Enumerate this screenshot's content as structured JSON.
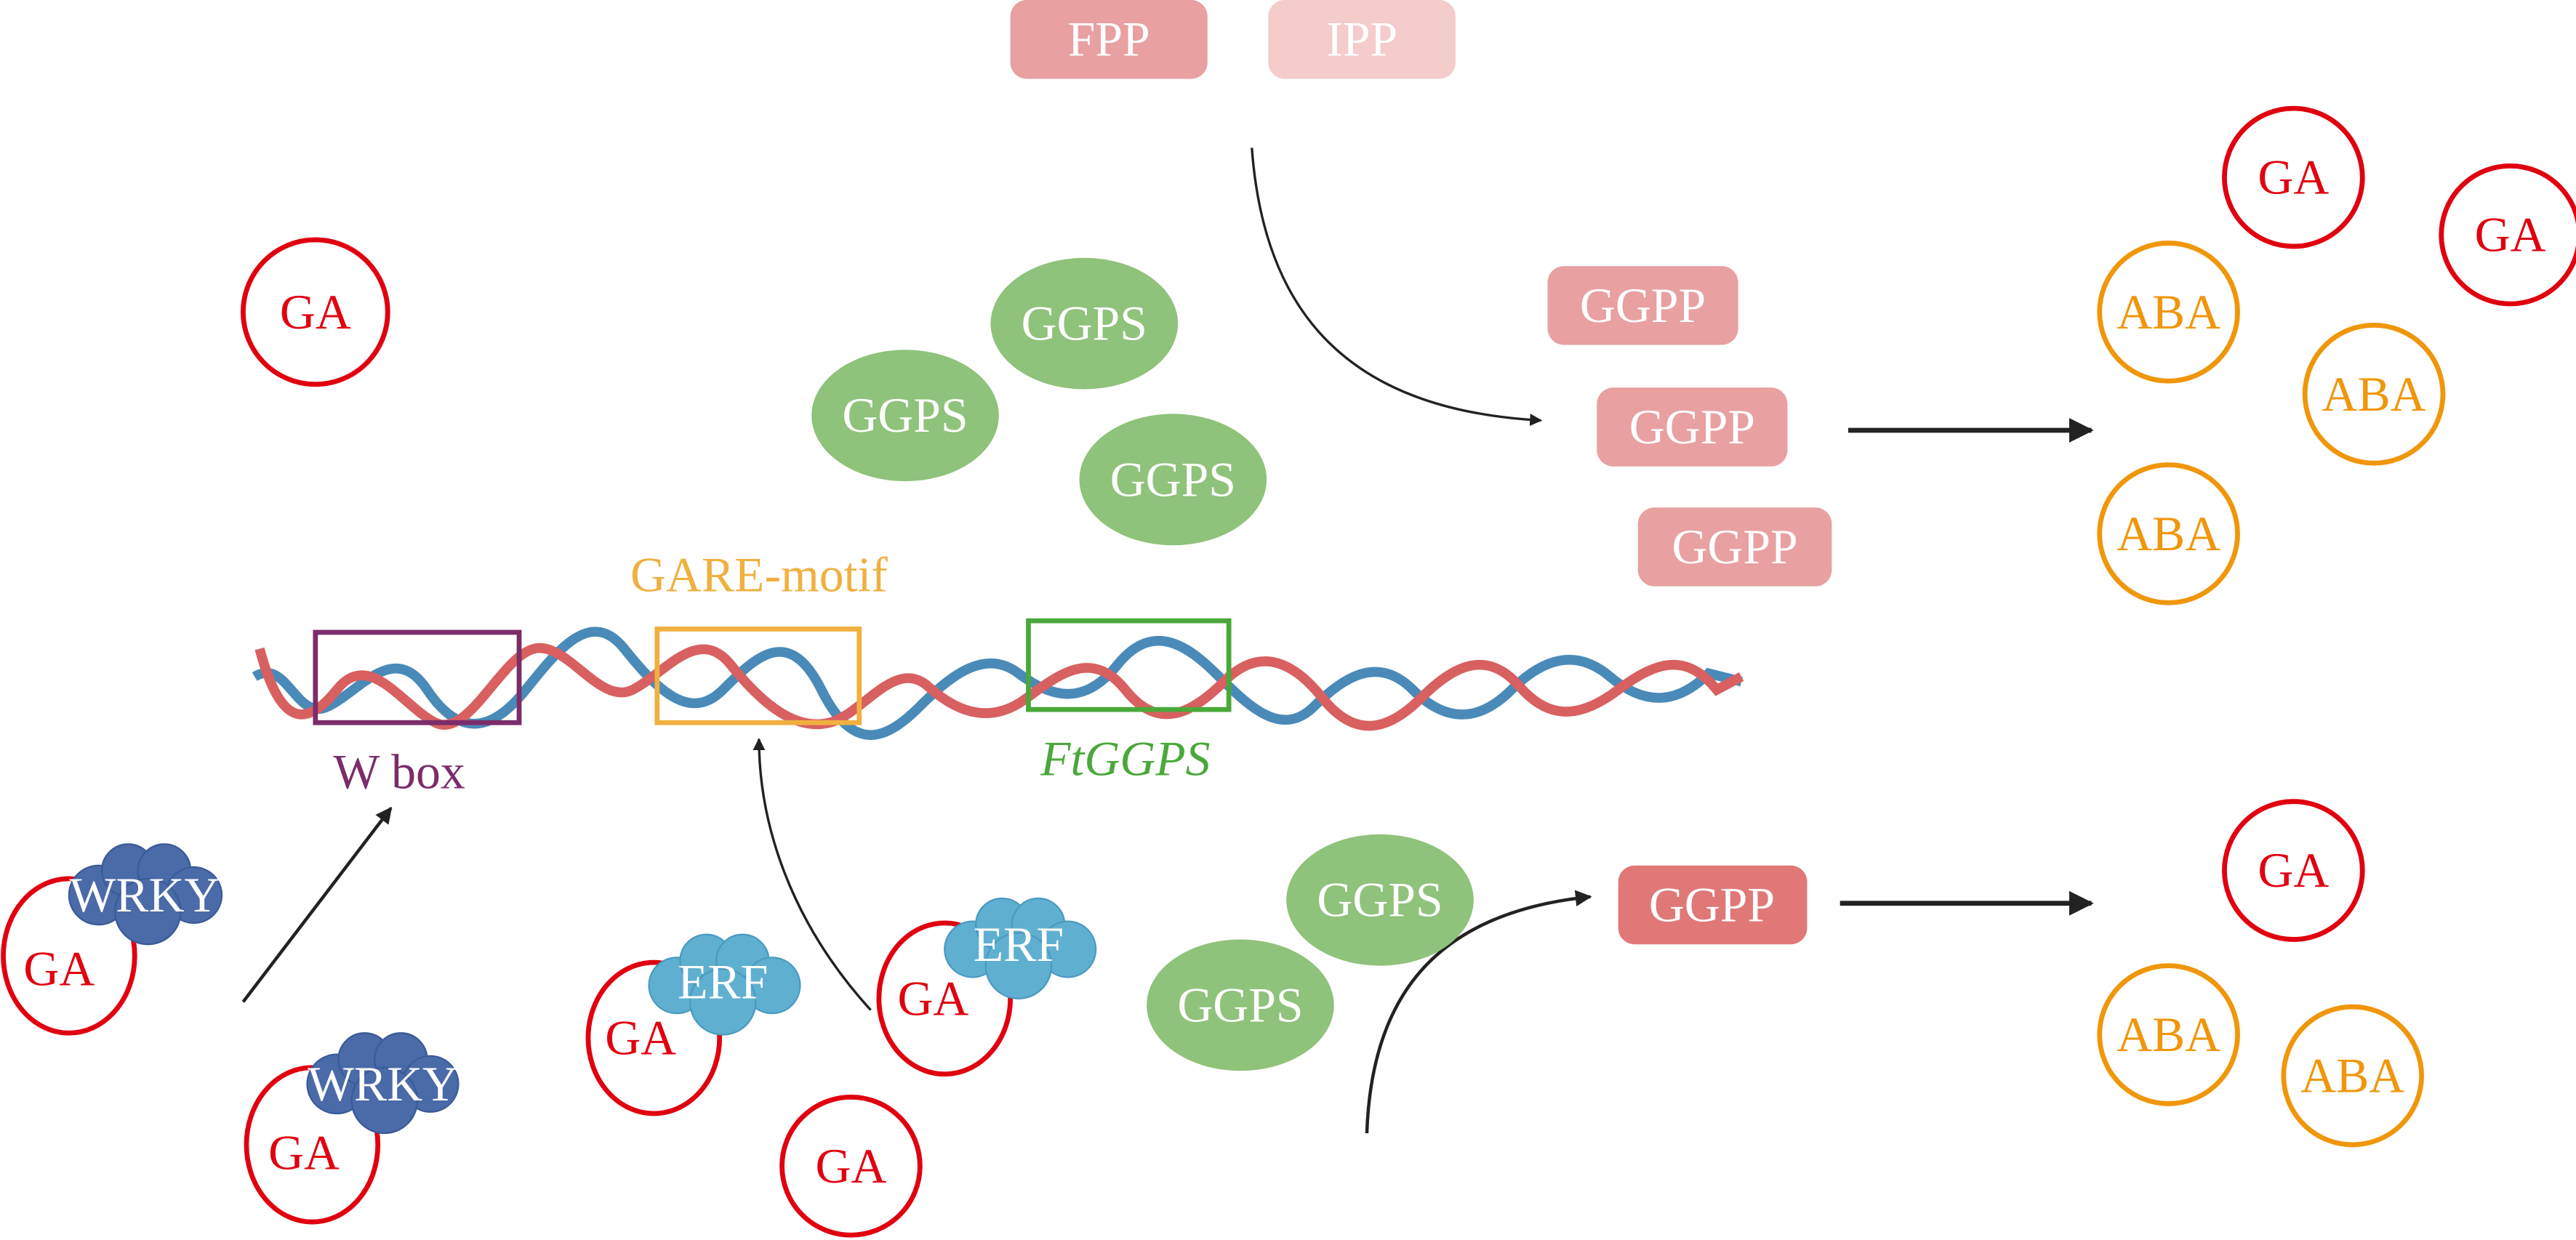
{
  "precursors": {
    "fpp": "FPP",
    "ipp": "IPP"
  },
  "ggpp_label": "GGPP",
  "ggps_label": "GGPS",
  "ga_label": "GA",
  "aba_label": "ABA",
  "wrky_label": "WRKY",
  "erf_label": "ERF",
  "motifs": {
    "w_box": "W box",
    "gare": "GARE-motif",
    "gene": "FtGGPS"
  },
  "colors": {
    "ga": "#e00010",
    "aba": "#f0960a",
    "ggps": "#8fc27a",
    "ggpp": "#e8a0a0",
    "ggpp_dark": "#e07878",
    "ipp": "#f4cccc",
    "wrky": "#4a6aa8",
    "erf": "#5fb0d0",
    "w_box": "#7b2d6a",
    "gare": "#f0b040",
    "gene": "#4aa83a",
    "dna_a": "#4a8ab8",
    "dna_b": "#d86060"
  }
}
